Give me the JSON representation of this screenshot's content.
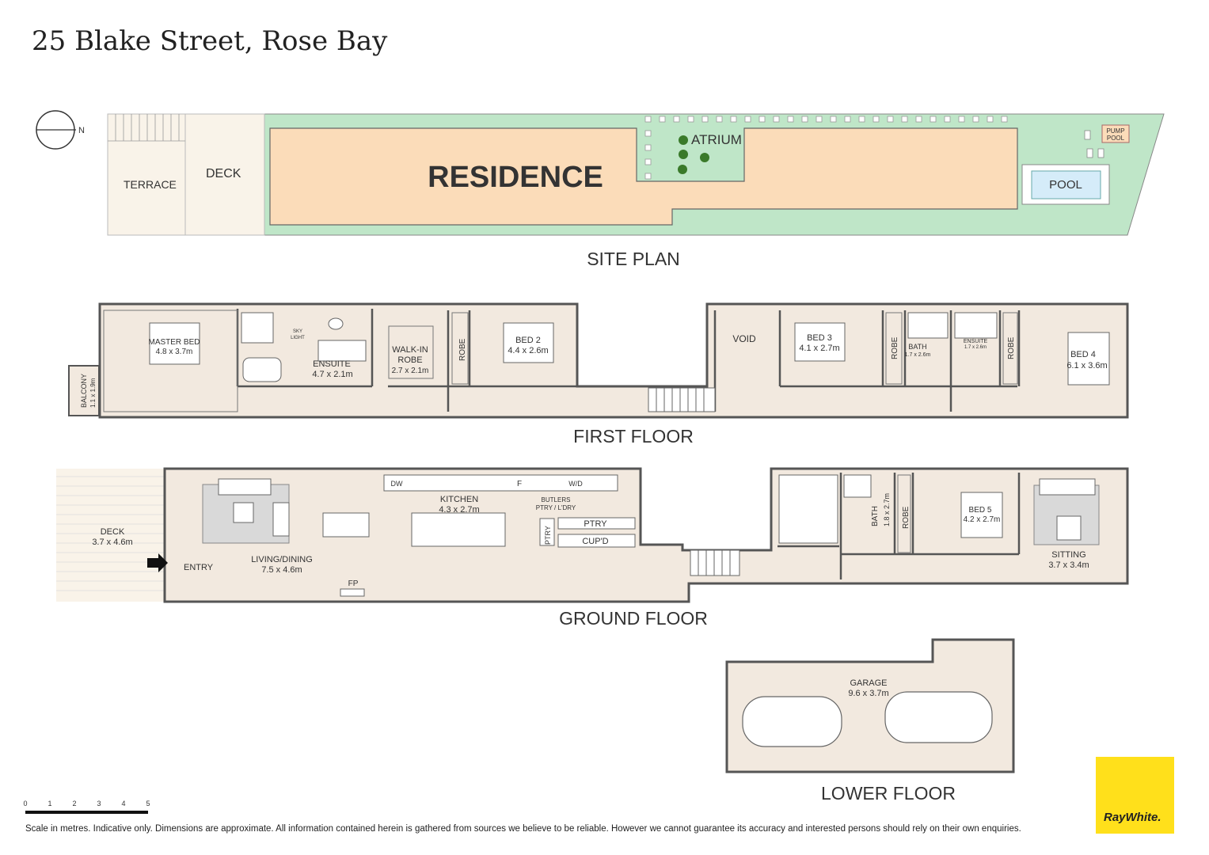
{
  "title": "25 Blake Street, Rose Bay",
  "north": "N",
  "site_plan": {
    "heading": "SITE PLAN",
    "terrace": "TERRACE",
    "deck": "DECK",
    "residence": "RESIDENCE",
    "atrium": "ATRIUM",
    "pool": "POOL",
    "pump": "PUMP",
    "pump_pool": "POOL"
  },
  "first_floor": {
    "heading": "FIRST FLOOR",
    "balcony": "BALCONY",
    "balcony_dim": "1.1 x 1.9m",
    "master_bed": "MASTER BED",
    "master_bed_dim": "4.8 x 3.7m",
    "ensuite": "ENSUITE",
    "ensuite_dim": "4.7 x 2.1m",
    "sky": "SKY",
    "light": "LIGHT",
    "walkin": "WALK-IN",
    "walkin_robe": "ROBE",
    "walkin_dim": "2.7 x 2.1m",
    "robe": "ROBE",
    "bed2": "BED 2",
    "bed2_dim": "4.4 x 2.6m",
    "void": "VOID",
    "bed3": "BED 3",
    "bed3_dim": "4.1 x 2.7m",
    "bath": "BATH",
    "bath_dim": "1.7 x 2.6m",
    "ensuite2": "ENSUITE",
    "ensuite2_dim": "1.7 x 2.6m",
    "bed4": "BED 4",
    "bed4_dim": "6.1 x 3.6m"
  },
  "ground_floor": {
    "heading": "GROUND FLOOR",
    "deck": "DECK",
    "deck_dim": "3.7 x 4.6m",
    "entry": "ENTRY",
    "living": "LIVING/DINING",
    "living_dim": "7.5 x 4.6m",
    "fp": "FP",
    "kitchen": "KITCHEN",
    "kitchen_dim": "4.3 x 2.7m",
    "dw": "DW",
    "f": "F",
    "wd": "W/D",
    "butlers": "BUTLERS",
    "butlers_sub": "PTRY / L'DRY",
    "ptry": "PTRY",
    "cupd": "CUP'D",
    "bath": "BATH",
    "bath_dim": "1.8 x 2.7m",
    "robe": "ROBE",
    "bed5": "BED 5",
    "bed5_dim": "4.2 x 2.7m",
    "sitting": "SITTING",
    "sitting_dim": "3.7 x 3.4m"
  },
  "lower_floor": {
    "heading": "LOWER FLOOR",
    "garage": "GARAGE",
    "garage_dim": "9.6 x 3.7m"
  },
  "scale": {
    "ticks": [
      "0",
      "1",
      "2",
      "3",
      "4",
      "5"
    ]
  },
  "footer": "Scale in metres. Indicative only. Dimensions are approximate. All information contained herein is gathered from sources we believe to be reliable. However we cannot guarantee its accuracy and interested persons should rely on their own enquiries.",
  "logo": "RayWhite.",
  "colors": {
    "residence": "#fbdcb9",
    "garden": "#bfe6c8",
    "interior": "#f2e9df",
    "deck": "#f9f3e9",
    "wall": "#555555",
    "pool": "#d5ecf9",
    "logo": "#ffe01b"
  }
}
